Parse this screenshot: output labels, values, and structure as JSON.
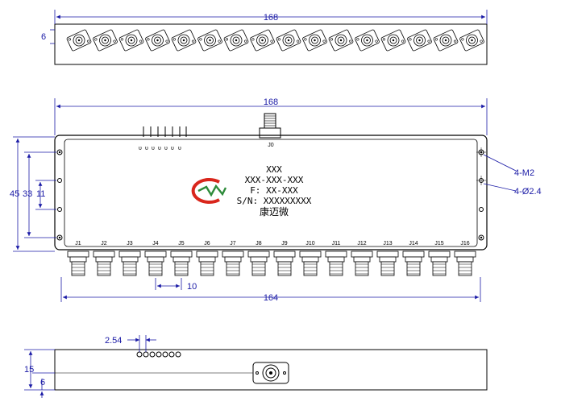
{
  "dimensions": {
    "top_width": "168",
    "top_height": "6",
    "front_width": "168",
    "mount_thread": "4-M2",
    "mount_hole": "4-Ø2.4",
    "h45": "45",
    "h33": "33",
    "h11": "11",
    "pitch": "10",
    "bottom_width": "164",
    "pin_pitch": "2.54",
    "side_15": "15",
    "side_6": "6"
  },
  "nameplate": {
    "line1": "XXX",
    "line2": "XXX-XXX-XXX",
    "line3": "F: XX-XXX",
    "line4": "S/N: XXXXXXXXX",
    "line5": "康迈微"
  },
  "input_port": "J0",
  "output_ports": [
    "J1",
    "J2",
    "J3",
    "J4",
    "J5",
    "J6",
    "J7",
    "J8",
    "J9",
    "J10",
    "J11",
    "J12",
    "J13",
    "J14",
    "J15",
    "J16"
  ],
  "colors": {
    "dimension": "#1a1aa6",
    "logo_red": "#d9261c",
    "logo_green": "#2e8b3a",
    "outline": "#000000"
  }
}
